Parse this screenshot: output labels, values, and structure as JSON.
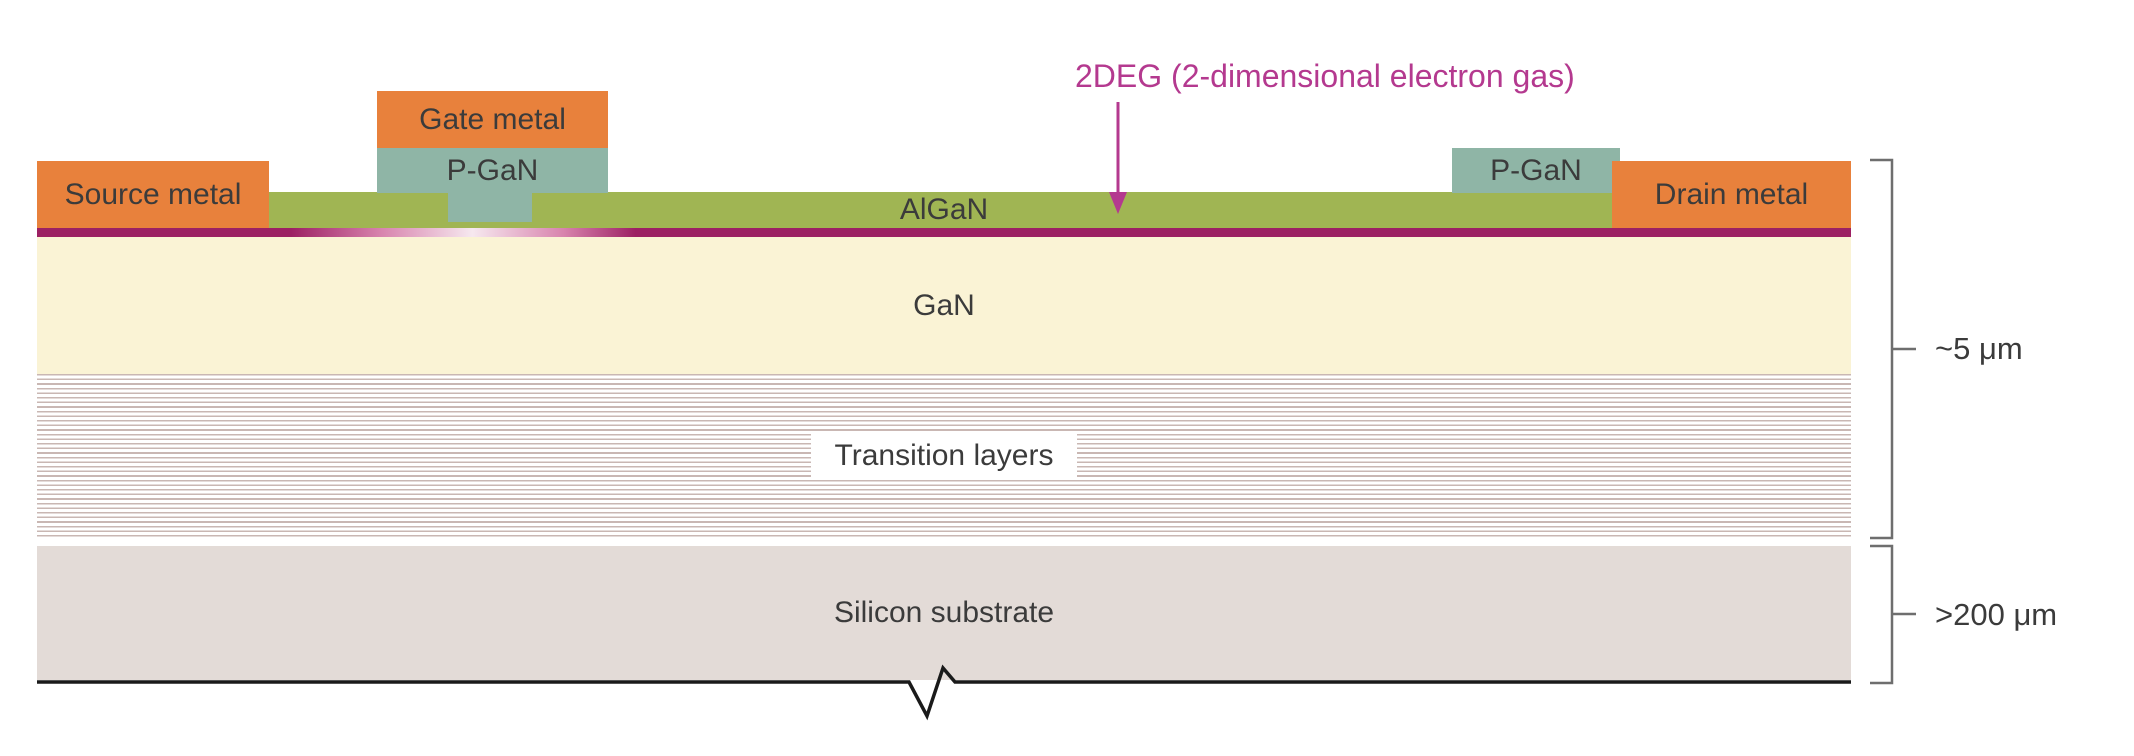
{
  "annotation": {
    "label": "2DEG (2-dimensional electron gas)"
  },
  "layers": {
    "source_metal": "Source metal",
    "gate_metal": "Gate metal",
    "p_gan_gate": "P-GaN",
    "p_gan_drain": "P-GaN",
    "drain_metal": "Drain metal",
    "algan": "AlGaN",
    "gan": "GaN",
    "transition": "Transition layers",
    "substrate": "Silicon substrate"
  },
  "dimensions": {
    "epi": "~5 μm",
    "substrate": ">200 μm"
  },
  "colors": {
    "metal_orange": "#E8813C",
    "pgan_teal": "#8FB5A6",
    "algan_green": "#A0B553",
    "deg_magenta": "#9C2063",
    "deg_fade": "#F6E8EF",
    "annotation_magenta": "#B4398F",
    "gan_cream": "#FAF3D5",
    "substrate_gray": "#E3DBD7",
    "stripe_pink": "#C9B7B3",
    "text_dark": "#3B3B3B",
    "bracket_gray": "#6E6E6E",
    "baseline_black": "#1A1A1A"
  }
}
